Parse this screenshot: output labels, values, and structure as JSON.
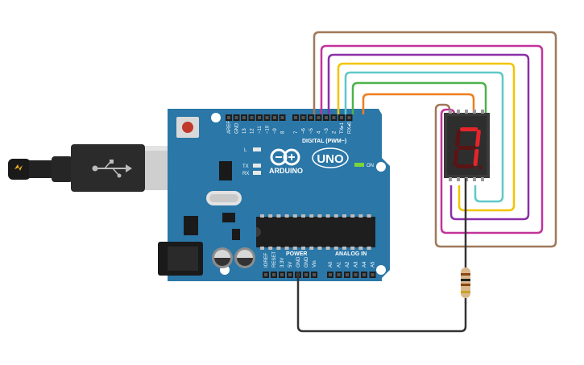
{
  "board": {
    "brand": "ARDUINO",
    "model": "UNO",
    "digital_header": "DIGITAL (PWM~)",
    "analog_header": "ANALOG IN",
    "power_header": "POWER",
    "on_label": "ON",
    "led_labels": [
      "L",
      "TX",
      "RX"
    ],
    "digital_pins": [
      "AREF",
      "GND",
      "13",
      "12",
      "~11",
      "~10",
      "~9",
      "8",
      "7",
      "~6",
      "~5",
      "4",
      "~3",
      "2",
      "TX▸1",
      "RX◂0"
    ],
    "power_pins": [
      "IOREF",
      "RESET",
      "3.3V",
      "5V",
      "GND",
      "GND",
      "Vin"
    ],
    "analog_pins": [
      "A0",
      "A1",
      "A2",
      "A3",
      "A4",
      "A5"
    ]
  },
  "display": {
    "digit": "7",
    "segment_color": "#e5252a"
  },
  "wires": [
    {
      "from_pin": "7",
      "color": "#a0785a"
    },
    {
      "from_pin": "~6",
      "color": "#c2339b"
    },
    {
      "from_pin": "~5",
      "color": "#8a2fa8"
    },
    {
      "from_pin": "4",
      "color": "#f2c500"
    },
    {
      "from_pin": "~3",
      "color": "#5ec8c8"
    },
    {
      "from_pin": "2",
      "color": "#4cb24c"
    },
    {
      "from_pin": "TX▸1",
      "color": "#ef7d1e"
    },
    {
      "from_pin": "GND",
      "color": "#333333"
    }
  ]
}
